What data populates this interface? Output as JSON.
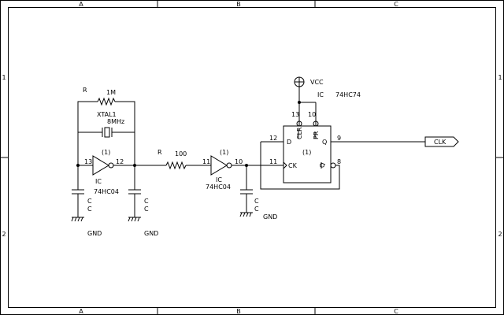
{
  "frame": {
    "col_labels": [
      "A",
      "B",
      "C"
    ],
    "row_labels": [
      "1",
      "2"
    ]
  },
  "oscillator": {
    "r_feedback_ref": "R",
    "r_feedback_value": "1M",
    "xtal_ref": "XTAL1",
    "xtal_freq": "8MHz",
    "inv1_unit": "(1)",
    "inv1_pin_in": "13",
    "inv1_pin_out": "12",
    "inv1_ref": "IC",
    "inv1_part": "74HC04",
    "cap_left_ref": "C",
    "cap_left_value": "C",
    "cap_mid_ref": "C",
    "cap_mid_value": "C",
    "gnd_left": "GND",
    "gnd_mid": "GND"
  },
  "series_resistor": {
    "ref": "R",
    "value": "100"
  },
  "buffer": {
    "unit": "(1)",
    "pin_in": "11",
    "pin_out": "10",
    "ref": "IC",
    "part": "74HC04",
    "cap_ref": "C",
    "cap_value": "C",
    "gnd": "GND"
  },
  "flipflop": {
    "vcc": "VCC",
    "ref": "IC",
    "part": "74HC74",
    "unit": "(1)",
    "pin_clr": "13",
    "pin_pr": "10",
    "label_clr": "CLR",
    "label_pr": "PR",
    "pin_d": "12",
    "label_d": "D",
    "pin_ck": "11",
    "label_ck": "CK",
    "pin_q": "9",
    "label_q": "Q",
    "pin_qbar": "8",
    "label_qbar": "Q"
  },
  "output_port": {
    "label": "CLK"
  }
}
